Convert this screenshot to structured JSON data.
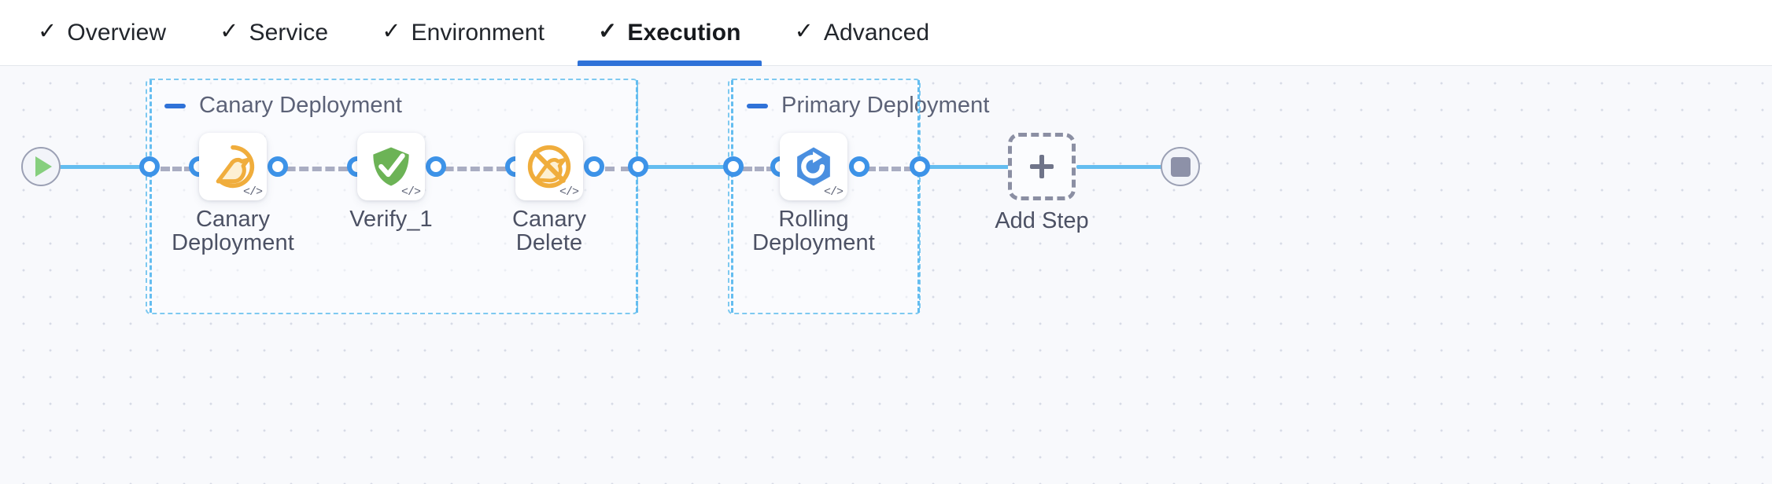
{
  "tabs": {
    "check_icon": "check-mark-icon",
    "items": [
      {
        "label": "Overview",
        "checked": true,
        "active": false
      },
      {
        "label": "Service",
        "checked": true,
        "active": false
      },
      {
        "label": "Environment",
        "checked": true,
        "active": false
      },
      {
        "label": "Execution",
        "checked": true,
        "active": true
      },
      {
        "label": "Advanced",
        "checked": true,
        "active": false
      }
    ],
    "check_glyph": "✓",
    "active_indicator_color": "#2f72d8"
  },
  "canvas": {
    "background_color": "#f8f9fc",
    "dot_grid_color": "#d7dbe6",
    "wire_color": "#64bdf0",
    "dashed_wire_color": "#a9adc2",
    "connector_dot_color": "#3d93e8"
  },
  "start_node": {
    "icon": "play-icon",
    "icon_color": "#86cf7e",
    "label": ""
  },
  "end_node": {
    "icon": "stop-icon",
    "icon_color": "#8d91a8",
    "label": ""
  },
  "groups": [
    {
      "title": "Canary Deployment",
      "collapse_icon": "minus-icon",
      "border_color": "#7ec9f0",
      "collapse_color": "#2f72d8"
    },
    {
      "title": "Primary Deployment",
      "collapse_icon": "minus-icon",
      "border_color": "#7ec9f0",
      "collapse_color": "#2f72d8"
    }
  ],
  "steps": [
    {
      "label": "Canary\nDeployment",
      "label_line1": "Canary",
      "label_line2": "Deployment",
      "icon": "canary-bird-icon",
      "icon_color": "#f0ad3c",
      "code_badge": "</>"
    },
    {
      "label": "Verify_1",
      "label_line1": "Verify_1",
      "label_line2": "",
      "icon": "shield-check-icon",
      "icon_color": "#6cb356",
      "code_badge": "</>"
    },
    {
      "label": "Canary Delete",
      "label_line1": "Canary Delete",
      "label_line2": "",
      "icon": "canary-bird-delete-icon",
      "icon_color": "#f0ad3c",
      "code_badge": "</>"
    },
    {
      "label": "Rolling\nDeployment",
      "label_line1": "Rolling",
      "label_line2": "Deployment",
      "icon": "rolling-deployment-icon",
      "icon_color": "#4a8fe0",
      "code_badge": "</>"
    }
  ],
  "add_step": {
    "label": "Add Step",
    "icon": "plus-icon"
  }
}
